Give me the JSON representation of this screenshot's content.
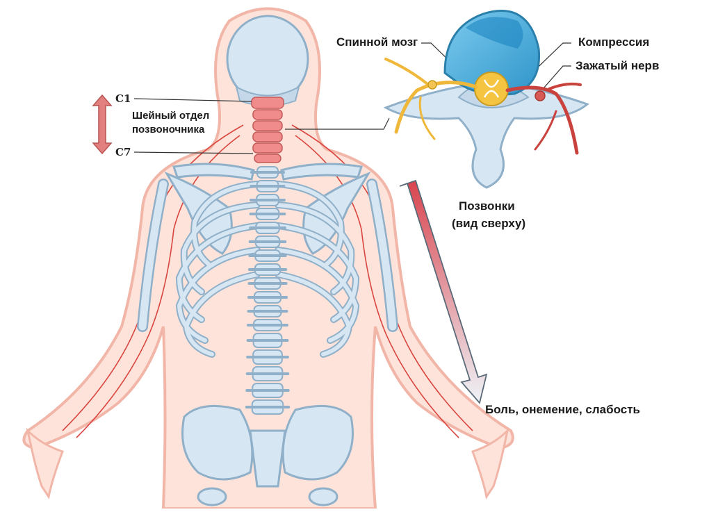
{
  "labels": {
    "spinal_cord": "Спинной мозг",
    "compression": "Компрессия",
    "pinched_nerve": "Зажатый нерв",
    "c1": "C1",
    "c7": "C7",
    "cervical_line1": "Шейный отдел",
    "cervical_line2": "позвоночника",
    "vertebrae_line1": "Позвонки",
    "vertebrae_line2": "(вид сверху)",
    "symptoms": "Боль, онемение, слабость"
  },
  "colors": {
    "body_outline": "#f2b6a8",
    "body_fill": "#fde3da",
    "bone": "#d6e6f3",
    "bone_stroke": "#8fb0c8",
    "spine_highlight": "#f08c8c",
    "nerve": "#d9453f",
    "disc": "#3fa9d9",
    "spinal_cord": "#f5c542",
    "arrow_top": "#d9454f",
    "arrow_bottom": "#eef3f7"
  }
}
